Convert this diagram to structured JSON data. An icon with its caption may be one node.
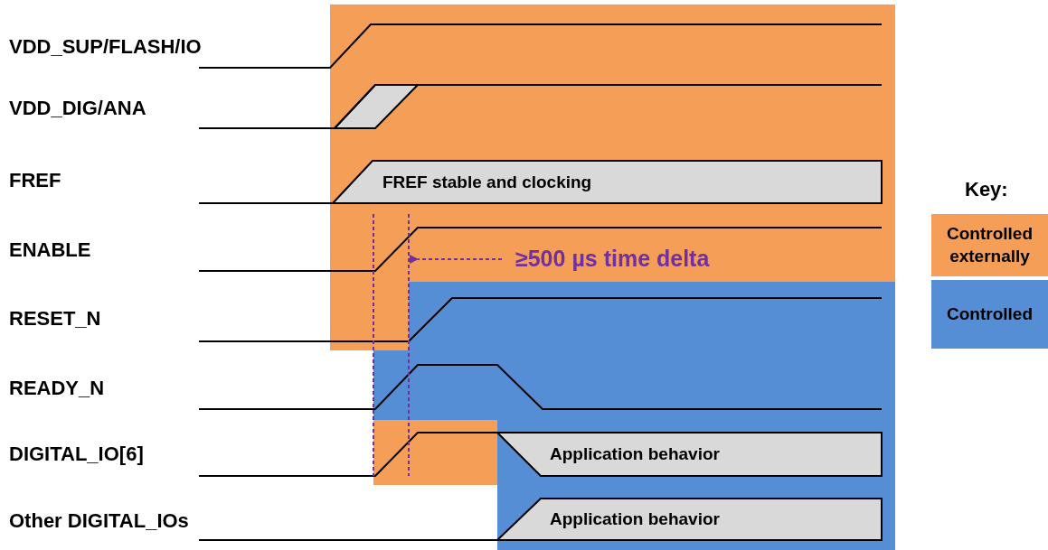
{
  "diagram": {
    "nodes": [
      {
        "text": [
          "FREF stable and clocking"
        ]
      },
      {
        "text": [
          "Application behavior"
        ]
      },
      {
        "text": [
          "Application behavior"
        ]
      }
    ],
    "labels": [
      "VDD_SUP/FLASH/IO",
      "VDD_DIG/ANA",
      "FREF",
      "ENABLE",
      "RESET_N",
      "READY_N",
      "DIGITAL_IO[6]",
      "Other DIGITAL_IOs",
      "≥500 µs time delta",
      "Key:"
    ],
    "legend": [
      {
        "text": "Controlled externally",
        "color": "#f59e57"
      },
      {
        "text": "Controlled",
        "color": "#558ed5"
      }
    ]
  }
}
